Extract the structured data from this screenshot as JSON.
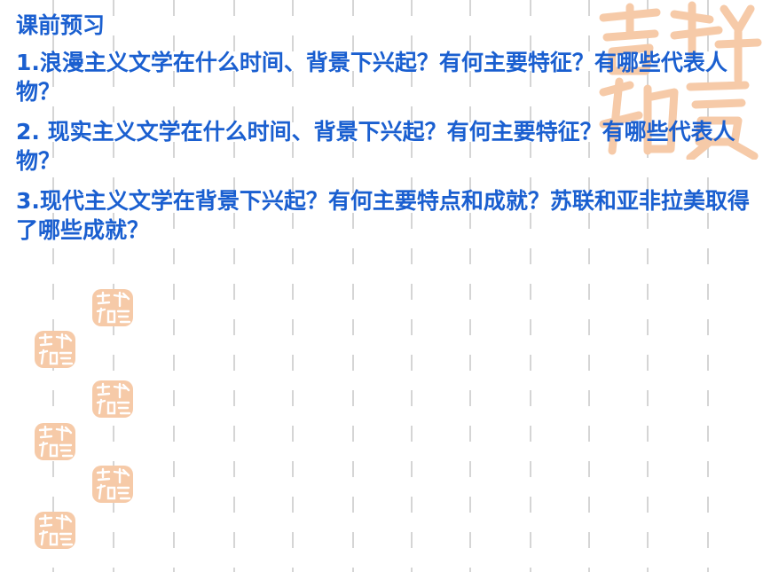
{
  "slide": {
    "heading": "课前预习",
    "questions": [
      "1.浪漫主义文学在什么时间、背景下兴起？有何主要特征？有哪些代表人物？",
      "2.  现实主义文学在什么时间、背景下兴起？有何主要特征？有哪些代表人物？",
      "3.现代主义文学在背景下兴起？有何主要特点和成就？苏联和亚非拉美取得了哪些成就？"
    ]
  },
  "colors": {
    "text": "#1a5fd0",
    "seal": "#f6caa8",
    "grid": "#d5d5d5"
  }
}
